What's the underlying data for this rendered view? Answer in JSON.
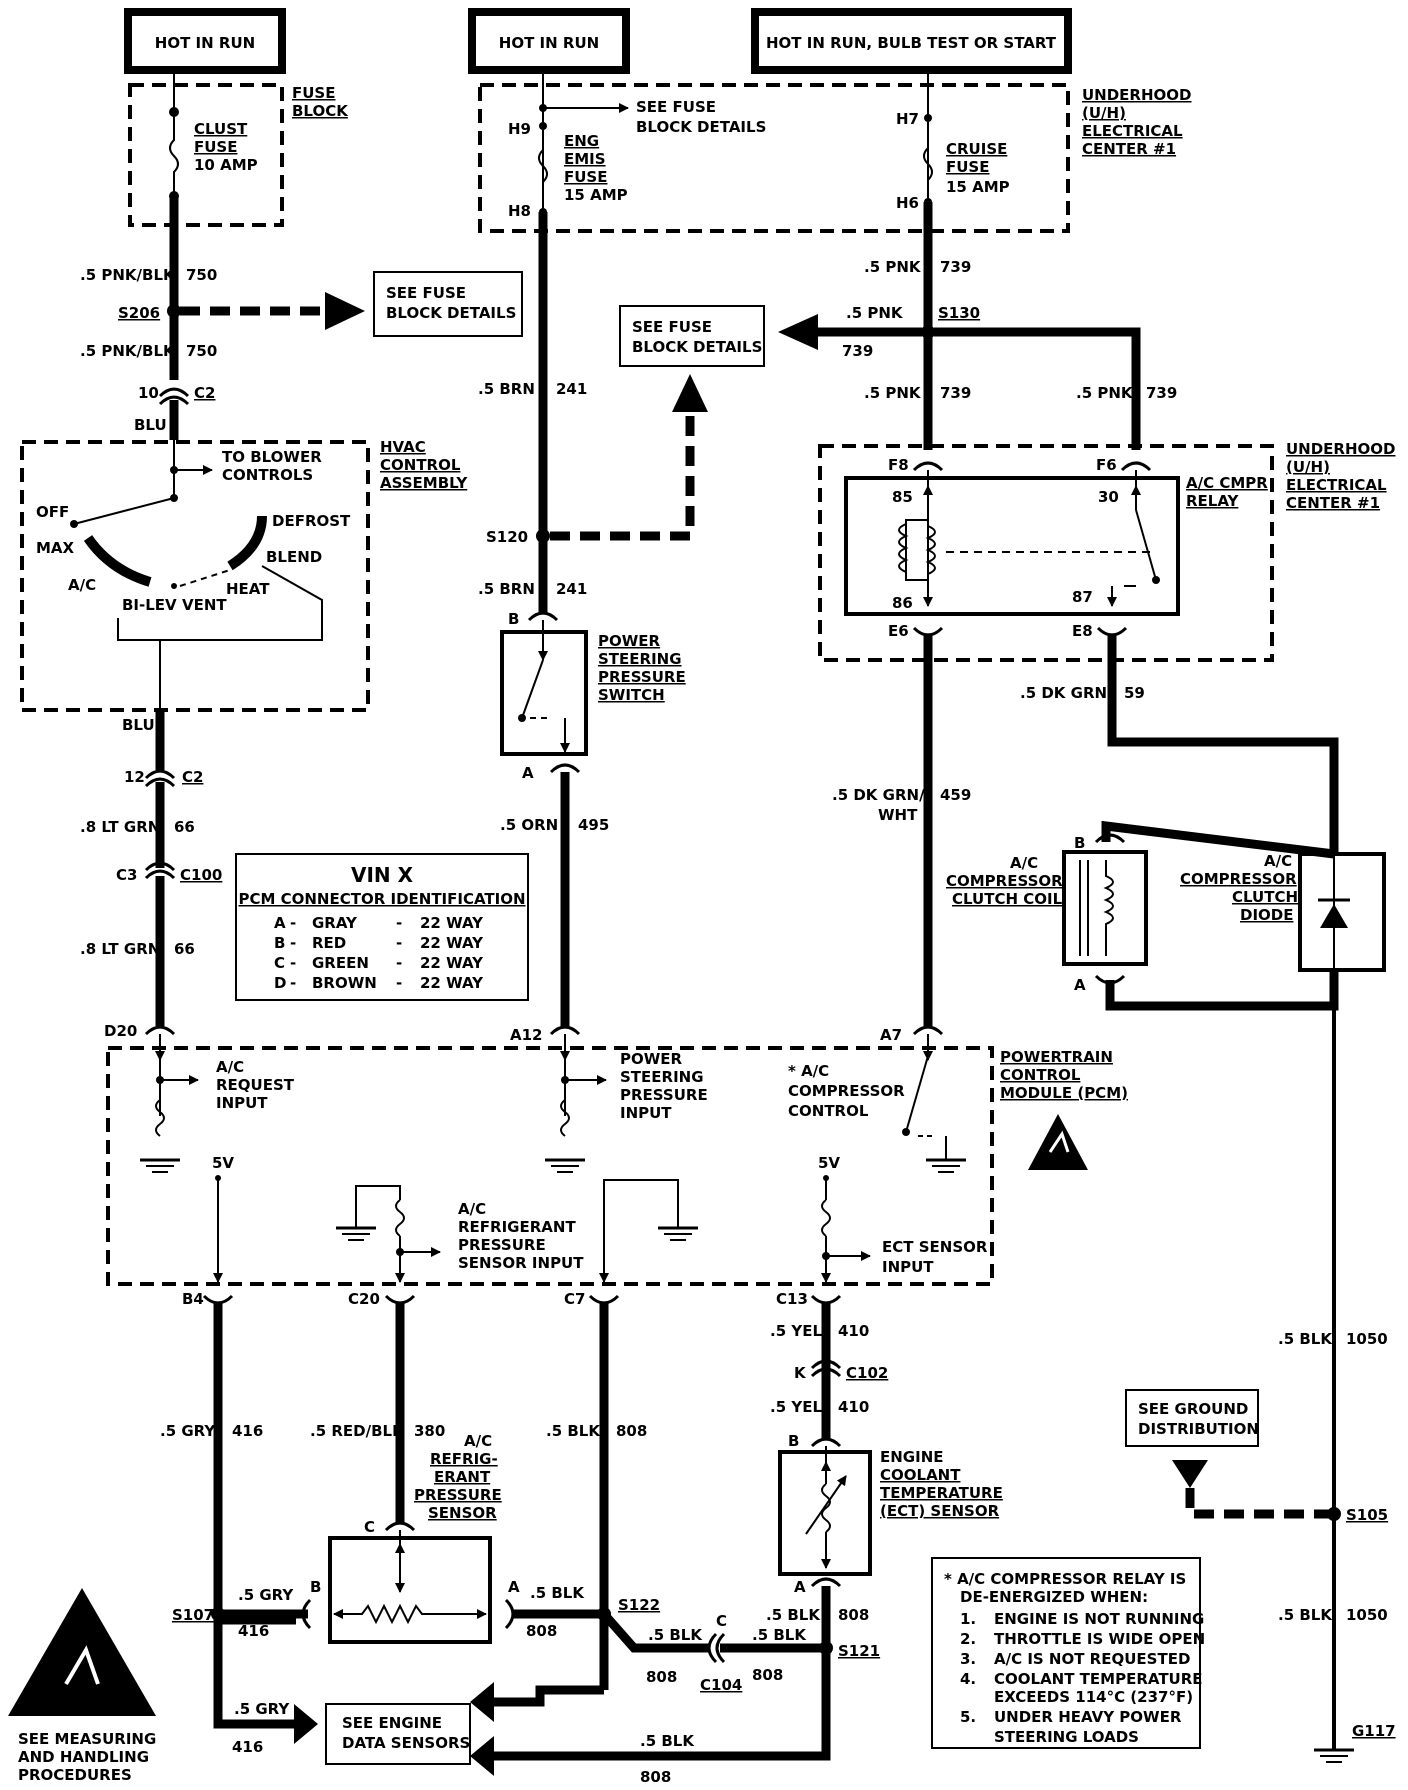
{
  "hot_boxes": {
    "hot_left": "HOT IN RUN",
    "hot_mid": "HOT IN RUN",
    "hot_right": "HOT IN RUN, BULB TEST OR START"
  },
  "fuse_block": {
    "title1": "FUSE",
    "title2": "BLOCK",
    "clust1": "CLUST",
    "clust2": "FUSE",
    "clust3": "10 AMP"
  },
  "underhood_top": {
    "t1": "UNDERHOOD",
    "t2": "(U/H)",
    "t3": "ELECTRICAL",
    "t4": "CENTER #1",
    "h9": "H9",
    "h8": "H8",
    "h7": "H7",
    "h6": "H6",
    "see1": "SEE FUSE",
    "see2": "BLOCK DETAILS",
    "eng1": "ENG",
    "eng2": "EMIS",
    "eng3": "FUSE",
    "eng4": "15 AMP",
    "cr1": "CRUISE",
    "cr2": "FUSE",
    "cr3": "15 AMP"
  },
  "wires_left": {
    "w750a_gauge": ".5 PNK/BLK",
    "w750a_num": "750",
    "s206": "S206",
    "w750b_gauge": ".5 PNK/BLK",
    "w750b_num": "750",
    "c2a_pin": "10",
    "c2a": "C2",
    "blu_a": "BLU",
    "blu_b": "BLU",
    "c2b_pin": "12",
    "c2b": "C2",
    "w66a_gauge": ".8 LT GRN",
    "w66a_num": "66",
    "c3": "C3",
    "c100": "C100",
    "w66b_gauge": ".8 LT GRN",
    "w66b_num": "66"
  },
  "see_fuse_left": {
    "l1": "SEE FUSE",
    "l2": "BLOCK DETAILS"
  },
  "see_fuse_mid": {
    "l1": "SEE FUSE",
    "l2": "BLOCK DETAILS"
  },
  "hvac": {
    "t1": "HVAC",
    "t2": "CONTROL",
    "t3": "ASSEMBLY",
    "to1": "TO BLOWER",
    "to2": "CONTROLS",
    "off": "OFF",
    "max": "MAX",
    "ac": "A/C",
    "bilev": "BI-LEV",
    "vent": "VENT",
    "heat": "HEAT",
    "defrost": "DEFROST",
    "blend": "BLEND"
  },
  "wires_mid": {
    "brn_gauge": ".5 BRN",
    "brn_num": "241",
    "s120": "S120",
    "brn2_gauge": ".5 BRN",
    "brn2_num": "241",
    "ps_b": "B",
    "ps1": "POWER",
    "ps2": "STEERING",
    "ps3": "PRESSURE",
    "ps4": "SWITCH",
    "ps_a": "A",
    "orn_gauge": ".5 ORN",
    "orn_num": "495"
  },
  "wires_right": {
    "pnk1_gauge": ".5 PNK",
    "pnk1_num": "739",
    "pnk2_gauge": ".5 PNK",
    "s130": "S130",
    "n739": "739",
    "pnk3_gauge": ".5 PNK",
    "pnk3_num": "739",
    "pnk4_gauge": ".5 PNK",
    "pnk4_num": "739",
    "f8": "F8",
    "f6": "F6",
    "p85": "85",
    "p30": "30",
    "p86": "86",
    "p87": "87",
    "e6": "E6",
    "e8": "E8",
    "relay1": "A/C CMPR",
    "relay2": "RELAY",
    "uh1": "UNDERHOOD",
    "uh2": "(U/H)",
    "uh3": "ELECTRICAL",
    "uh4": "CENTER #1",
    "dkgrn_gauge": ".5 DK GRN",
    "dkgrn_num": "59",
    "dkgrnwht1": ".5 DK GRN/",
    "dkgrnwht2": "WHT",
    "dkgrnwht_num": "459"
  },
  "clutch": {
    "b": "B",
    "a": "A",
    "coil1": "A/C",
    "coil2": "COMPRESSOR",
    "coil3": "CLUTCH COIL",
    "d1": "A/C",
    "d2": "COMPRESSOR",
    "d3": "CLUTCH",
    "d4": "DIODE"
  },
  "vin_box": {
    "title": "VIN X",
    "subtitle": "PCM CONNECTOR IDENTIFICATION",
    "rows": [
      {
        "letter": "A",
        "color": "GRAY",
        "way": "22 WAY"
      },
      {
        "letter": "B",
        "color": "RED",
        "way": "22 WAY"
      },
      {
        "letter": "C",
        "color": "GREEN",
        "way": "22 WAY"
      },
      {
        "letter": "D",
        "color": "BROWN",
        "way": "22 WAY"
      }
    ]
  },
  "pcm": {
    "d20": "D20",
    "a12": "A12",
    "a7": "A7",
    "t1": "POWERTRAIN",
    "t2": "CONTROL",
    "t3": "MODULE (PCM)",
    "acreq1": "A/C",
    "acreq2": "REQUEST",
    "acreq3": "INPUT",
    "psi1": "POWER",
    "psi2": "STEERING",
    "psi3": "PRESSURE",
    "psi4": "INPUT",
    "acc1": "* A/C",
    "acc2": "COMPRESSOR",
    "acc3": "CONTROL",
    "v5a": "5V",
    "v5b": "5V",
    "rp1": "A/C",
    "rp2": "REFRIGERANT",
    "rp3": "PRESSURE",
    "rp4": "SENSOR INPUT",
    "ect1": "ECT SENSOR",
    "ect2": "INPUT",
    "b4": "B4",
    "c20": "C20",
    "c7": "C7",
    "c13": "C13"
  },
  "lower": {
    "grv_gauge": ".5 GRY",
    "grv_num": "416",
    "redblk_gauge": ".5 RED/BLK",
    "redblk_num": "380",
    "blk808_gauge": ".5 BLK",
    "blk808_num": "808",
    "yel1_gauge": ".5 YEL",
    "yel1_num": "410",
    "k": "K",
    "c102": "C102",
    "yel2_gauge": ".5 YEL",
    "yel2_num": "410",
    "ect_b": "B",
    "ect1": "ENGINE",
    "ect2": "COOLANT",
    "ect3": "TEMPERATURE",
    "ect4": "(ECT) SENSOR",
    "ect_a": "A",
    "rps1": "A/C",
    "rps2": "REFRIG-",
    "rps3": "ERANT",
    "rps4": "PRESSURE",
    "rps5": "SENSOR",
    "rps_c": "C",
    "rps_b": "B",
    "rps_a": "A",
    "s107": "S107",
    "gry2_gauge": ".5 GRY",
    "gry2_num": "416",
    "blk_a_gauge": ".5 BLK",
    "blk_a_num": "808",
    "s122": "S122",
    "blk_b_gauge": ".5 BLK",
    "blk_b_num": "808",
    "c_pin": "C",
    "c104": "C104",
    "blk_c_gauge": ".5 BLK",
    "blk_c_num": "808",
    "blk_d_gauge": ".5 BLK",
    "blk_d_num": "808",
    "s121": "S121",
    "gry3_gauge": ".5 GRY",
    "gry3_num": "416",
    "see_eng1": "SEE ENGINE",
    "see_eng2": "DATA SENSORS",
    "blk_e_gauge": ".5 BLK",
    "blk_e_num": "808",
    "esd1": "SEE MEASURING",
    "esd2": "AND HANDLING",
    "esd3": "PROCEDURES"
  },
  "ground": {
    "blk1_gauge": ".5 BLK",
    "blk1_num": "1050",
    "see1": "SEE GROUND",
    "see2": "DISTRIBUTION",
    "s105": "S105",
    "blk2_gauge": ".5 BLK",
    "blk2_num": "1050",
    "g117": "G117"
  },
  "note": {
    "l1": "* A/C COMPRESSOR RELAY IS",
    "l2": "DE-ENERGIZED WHEN:",
    "items": [
      {
        "n": "1.",
        "t": "ENGINE IS NOT RUNNING"
      },
      {
        "n": "2.",
        "t": "THROTTLE IS WIDE OPEN"
      },
      {
        "n": "3.",
        "t": "A/C IS NOT REQUESTED"
      },
      {
        "n": "4.",
        "t": "COOLANT TEMPERATURE"
      },
      {
        "n": "",
        "t": "EXCEEDS 114°C (237°F)"
      },
      {
        "n": "5.",
        "t": "UNDER HEAVY POWER"
      },
      {
        "n": "",
        "t": "STEERING LOADS"
      }
    ]
  }
}
